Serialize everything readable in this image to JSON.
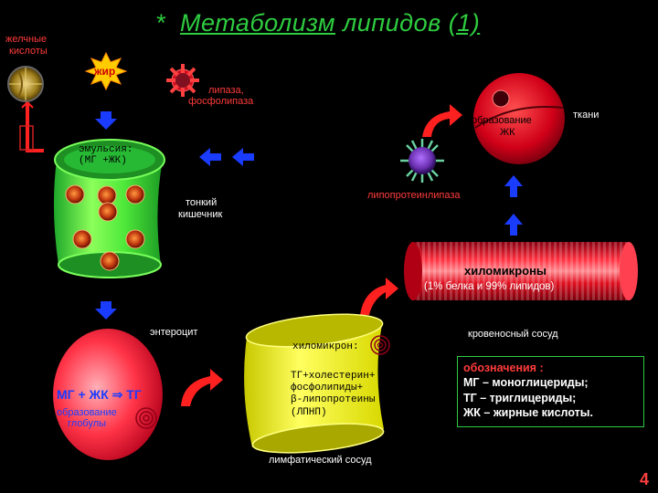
{
  "title": {
    "star": "*",
    "underlined": "Метаболизм",
    "middle": " липидов ",
    "number": "(1)"
  },
  "labels": {
    "bile_acids_1": "желчные",
    "bile_acids_2": "кислоты",
    "fat": "жир",
    "lipase_1": "липаза,",
    "lipase_2": "фосфолипаза",
    "emulsion_1": "эмульсия:",
    "emulsion_2": "(МГ +ЖК)",
    "intestine_1": "тонкий",
    "intestine_2": "кишечник",
    "fa_formation_1": "образование",
    "fa_formation_2": "ЖК",
    "tissues": "ткани",
    "lipoprotein_lipase": "липопротеинлипаза",
    "chylomicrons": "хиломикроны",
    "chylomicrons_composition": "(1% белка и 99% липидов)",
    "enterocyte": "энтероцит",
    "blood_vessel": "кровеносный сосуд",
    "reaction": "МГ + ЖК",
    "reaction_product": "ТГ",
    "globule_formation_1": "образование",
    "globule_formation_2": "глобулы",
    "chylomicron_label": "хиломикрон:",
    "chylomicron_comp_1": "ТГ+холестерин+",
    "chylomicron_comp_2": "фосфолипиды+",
    "chylomicron_comp_3": "β-липопротеины",
    "chylomicron_comp_4": "(ЛПНП)",
    "lymph_vessel": "лимфатический сосуд"
  },
  "legend": {
    "title": "обозначения :",
    "line1": "МГ – моноглицериды;",
    "line2": "ТГ – триглицериды;",
    "line3": "ЖК – жирные кислоты."
  },
  "page_number": "4",
  "colors": {
    "background": "#000000",
    "title": "#2ecc40",
    "label_red": "#ff3b3b",
    "intestine_green": "#2fd63f",
    "lymph_yellow": "#f2f200",
    "vessel_red": "#d00018",
    "arrow_blue": "#1a3cff"
  }
}
